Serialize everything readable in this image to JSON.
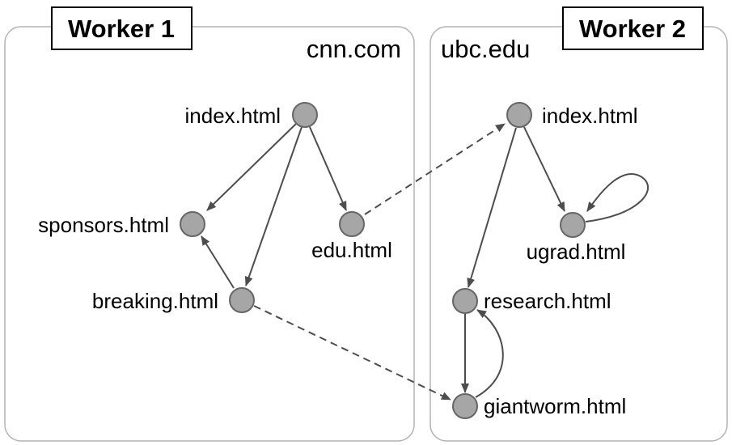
{
  "workers": [
    {
      "id": "w1",
      "title": "Worker 1",
      "domain": "cnn.com",
      "pages": [
        {
          "id": "cnn-index",
          "label": "index.html"
        },
        {
          "id": "cnn-sponsors",
          "label": "sponsors.html"
        },
        {
          "id": "cnn-edu",
          "label": "edu.html"
        },
        {
          "id": "cnn-breaking",
          "label": "breaking.html"
        }
      ]
    },
    {
      "id": "w2",
      "title": "Worker 2",
      "domain": "ubc.edu",
      "pages": [
        {
          "id": "ubc-index",
          "label": "index.html"
        },
        {
          "id": "ubc-ugrad",
          "label": "ugrad.html"
        },
        {
          "id": "ubc-research",
          "label": "research.html"
        },
        {
          "id": "ubc-giantworm",
          "label": "giantworm.html"
        }
      ]
    }
  ],
  "links": [
    {
      "from": "cnn-index",
      "to": "cnn-sponsors",
      "kind": "internal"
    },
    {
      "from": "cnn-index",
      "to": "cnn-breaking",
      "kind": "internal"
    },
    {
      "from": "cnn-index",
      "to": "cnn-edu",
      "kind": "internal"
    },
    {
      "from": "cnn-breaking",
      "to": "cnn-sponsors",
      "kind": "internal"
    },
    {
      "from": "cnn-edu",
      "to": "ubc-index",
      "kind": "cross-worker"
    },
    {
      "from": "cnn-breaking",
      "to": "ubc-giantworm",
      "kind": "cross-worker"
    },
    {
      "from": "ubc-index",
      "to": "ubc-ugrad",
      "kind": "internal"
    },
    {
      "from": "ubc-index",
      "to": "ubc-research",
      "kind": "internal"
    },
    {
      "from": "ubc-ugrad",
      "to": "ubc-ugrad",
      "kind": "self-loop"
    },
    {
      "from": "ubc-research",
      "to": "ubc-giantworm",
      "kind": "internal"
    },
    {
      "from": "ubc-giantworm",
      "to": "ubc-research",
      "kind": "back-link"
    }
  ],
  "colors": {
    "node_fill": "#a6a6a6",
    "node_stroke": "#666666",
    "edge": "#4d4d4d",
    "worker_border": "#b3b3b3",
    "title_border": "#000000"
  }
}
